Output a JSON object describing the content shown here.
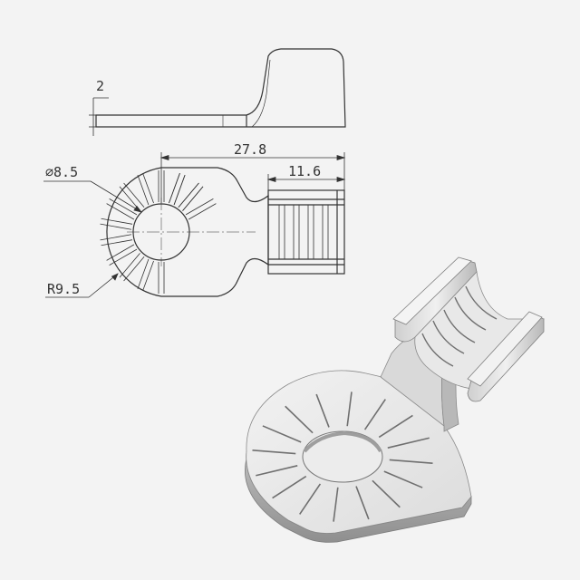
{
  "drawing": {
    "dimensions": {
      "thickness": "2",
      "overall_length": "27.8",
      "barrel_length": "11.6",
      "hole_diameter": "⌀8.5",
      "ring_radius": "R9.5"
    },
    "colors": {
      "background": "#f3f3f3",
      "line": "#333333",
      "part_light": "#ececec",
      "part_mid": "#d2d2d2",
      "part_dark": "#9a9a9a"
    }
  }
}
